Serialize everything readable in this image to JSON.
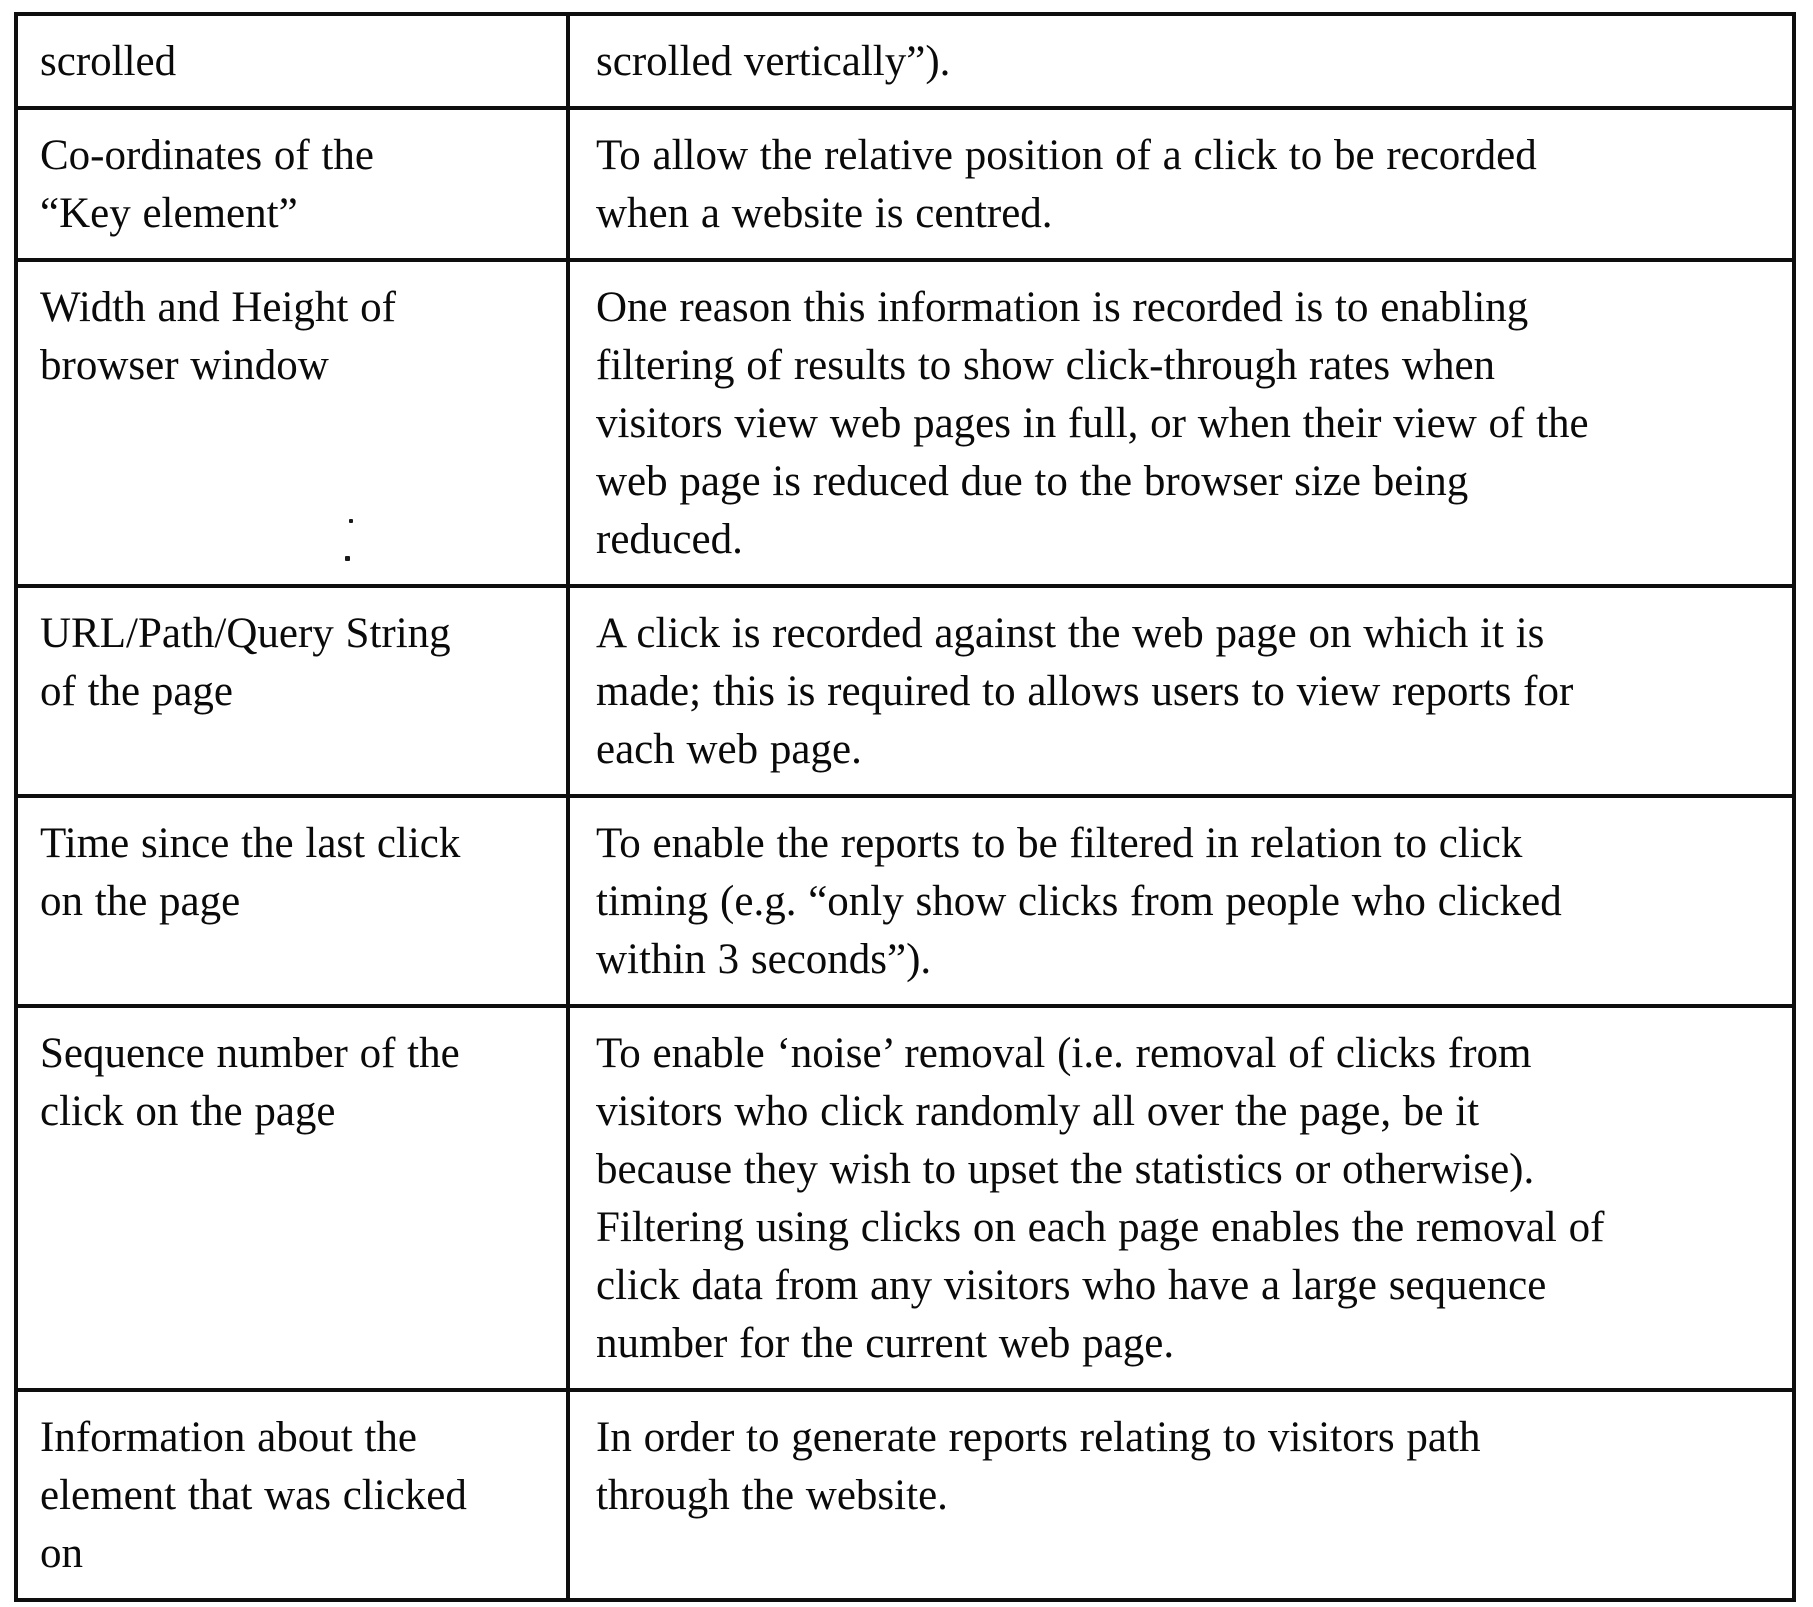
{
  "table": {
    "rows": [
      {
        "item": [
          "scrolled"
        ],
        "purpose": [
          "scrolled vertically”)."
        ]
      },
      {
        "item": [
          "Co-ordinates of the",
          "“Key element”"
        ],
        "purpose": [
          "To allow the relative position of a click to be recorded",
          "when a website is centred."
        ]
      },
      {
        "item": [
          "Width and Height of",
          "browser window"
        ],
        "purpose": [
          "One reason this information is recorded is to enabling",
          "filtering of results to show click-through rates when",
          "visitors view web pages in full, or when their view of the",
          "web page is reduced due to the browser size being",
          "reduced."
        ]
      },
      {
        "item": [
          "URL/Path/Query String",
          "of the page"
        ],
        "purpose": [
          "A click is recorded against the web page on which it is",
          "made; this is required to allows users to view reports for",
          "each web page."
        ]
      },
      {
        "item": [
          "Time since the last click",
          "on the page"
        ],
        "purpose": [
          "To enable the reports to be filtered in relation to click",
          "timing (e.g. “only show clicks from people who clicked",
          "within 3 seconds”)."
        ]
      },
      {
        "item": [
          "Sequence number of the",
          "click on the page"
        ],
        "purpose": [
          "To enable ‘noise’ removal (i.e. removal of clicks from",
          "visitors who click randomly all over the page, be it",
          "because they wish to upset the statistics or otherwise).",
          "Filtering using clicks on each page enables the removal of",
          "click data from any visitors who have a large sequence",
          "number for the current web page."
        ]
      },
      {
        "item": [
          "Information about the",
          "element that was clicked",
          "on"
        ],
        "purpose": [
          "In order to generate reports relating to visitors path",
          "through the website."
        ]
      }
    ]
  }
}
